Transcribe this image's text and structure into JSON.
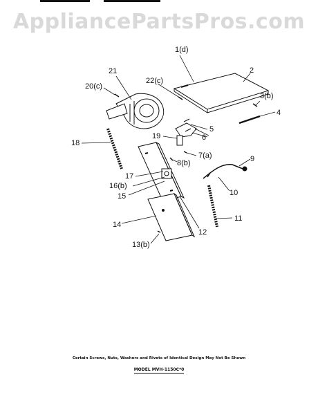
{
  "watermark": "AppliancePartsPros.com",
  "callouts": {
    "c1d": "1(d)",
    "c2": "2",
    "c3b": "3(b)",
    "c4": "4",
    "c5": "5",
    "c6": "6",
    "c7a": "7(a)",
    "c8b": "8(b)",
    "c9": "9",
    "c10": "10",
    "c11": "11",
    "c12": "12",
    "c13b": "13(b)",
    "c14": "14",
    "c15": "15",
    "c16b": "16(b)",
    "c17": "17",
    "c18": "18",
    "c19": "19",
    "c20c": "20(c)",
    "c21": "21",
    "c22c": "22(c)"
  },
  "footnote": "Certain Screws, Nuts, Washers and Rivets of Identical Design May Not Be Shown",
  "model_line": "MODEL MVH-1150C*0"
}
